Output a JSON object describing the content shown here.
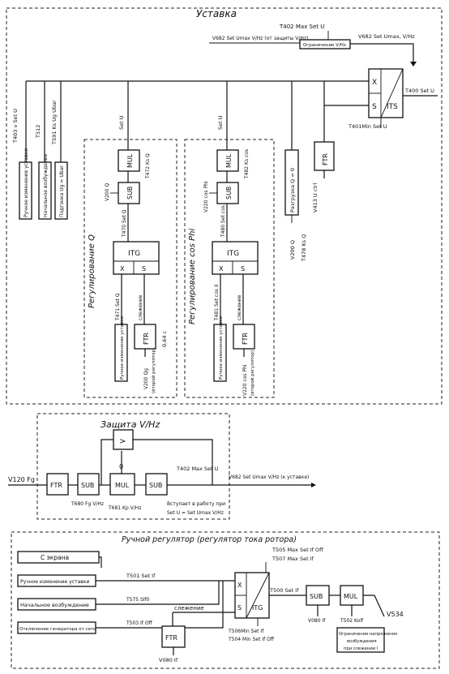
{
  "setpoint": {
    "title": "Уставка",
    "top_labels": {
      "t402": "T402 Max Set U",
      "v682_prot": "V682 Set Umax V/Hz (от защиты V/Hz)",
      "v682": "V682 Set Umax, V/Hz",
      "limit": "Ограничение V/Hz",
      "t400": "T400 Set U",
      "t401": "T401Min Set U"
    },
    "its": {
      "x": "X",
      "s": "S",
      "name": "ITS"
    },
    "left_branches": [
      {
        "param": "T403 v Set U",
        "box": "Ручное изменение уставки"
      },
      {
        "param": "T512",
        "box": "Начальное возбуждение"
      },
      {
        "param": "T591 Ks Ug Ubar",
        "box": "Подгонка Ug = Ubar"
      }
    ],
    "q_reg": {
      "caption": "Регулирование Q",
      "set_u": "Set U",
      "mul": "MUL",
      "t472": "T472 Ks Q",
      "sub": "SUB",
      "v200": "V200 Q",
      "t470": "T470 Set Q",
      "itg": "ITG",
      "x": "X",
      "s": "S",
      "t471": "T471 Set Q",
      "manual": "Ручное изменение уставки",
      "tracking": "слежение",
      "ftr": "FTR",
      "v200q": "V200 Qg",
      "note": "(второй регулятор)",
      "k": "0,64 с"
    },
    "cos_reg": {
      "caption": "Регулирование cos Phi",
      "set_u": "Set U",
      "mul": "MUL",
      "t482": "T482 Ks cos",
      "sub": "SUB",
      "v220": "V220 cos Phi",
      "t480": "T480 Set cos",
      "itg": "ITG",
      "x": "X",
      "s": "S",
      "t481": "T481 Set cos X",
      "manual": "Ручное изменение уставки",
      "tracking": "слежение",
      "ftr": "FTR",
      "v220b": "V220 cos Phi",
      "note": "(второй регулятор)"
    },
    "unload": {
      "box": "Разгрузка Q = 0",
      "v200": "V200 Q",
      "t478": "T478 Ks Q",
      "ftr": "FTR",
      "v413": "V413 U ctrl"
    }
  },
  "vhz": {
    "title": "Защита V/Hz",
    "input": "V120 Fg",
    "ftr": "FTR",
    "sub1": "SUB",
    "t680": "T680 Fg V/Hz",
    "mul": "MUL",
    "t681": "T681 Kp V/Hz",
    "sub2": "SUB",
    "comparator": ">",
    "zero": "0",
    "t402": "T402 Max Set U",
    "out": "V682 Set Umax V/Hz (к уставке)",
    "note1": "Вступает в работу при",
    "note2": "Set U = Set Umax V/Hz"
  },
  "manual": {
    "title": "Ручной регулятор (регулятор тока ротора)",
    "screen": "С экрана",
    "row1": "Ручное изменение уставки",
    "t501": "T501 Set If",
    "row2": "Начальное возбуждение",
    "t575": "T575 SIf0",
    "row3": "Отключение генератора от сети",
    "t503": "T503 If Off",
    "t505": "T505 Max Set If Off",
    "t507": "T507 Max Set If",
    "x": "X",
    "s": "S",
    "itg": "ITG",
    "tracking": "слежение",
    "t506": "T506Min Set If",
    "t504": "T504 Min Set If Off",
    "t500": "T500 Set If",
    "sub": "SUB",
    "mul": "MUL",
    "v080_sub": "V080 If",
    "t502": "T502 Kolf",
    "limit1": "Ограничение напряжения",
    "limit2": "возбуждения",
    "limit3": "при слежении I",
    "ftr": "FTR",
    "v080": "V080 If",
    "out": "V534"
  }
}
